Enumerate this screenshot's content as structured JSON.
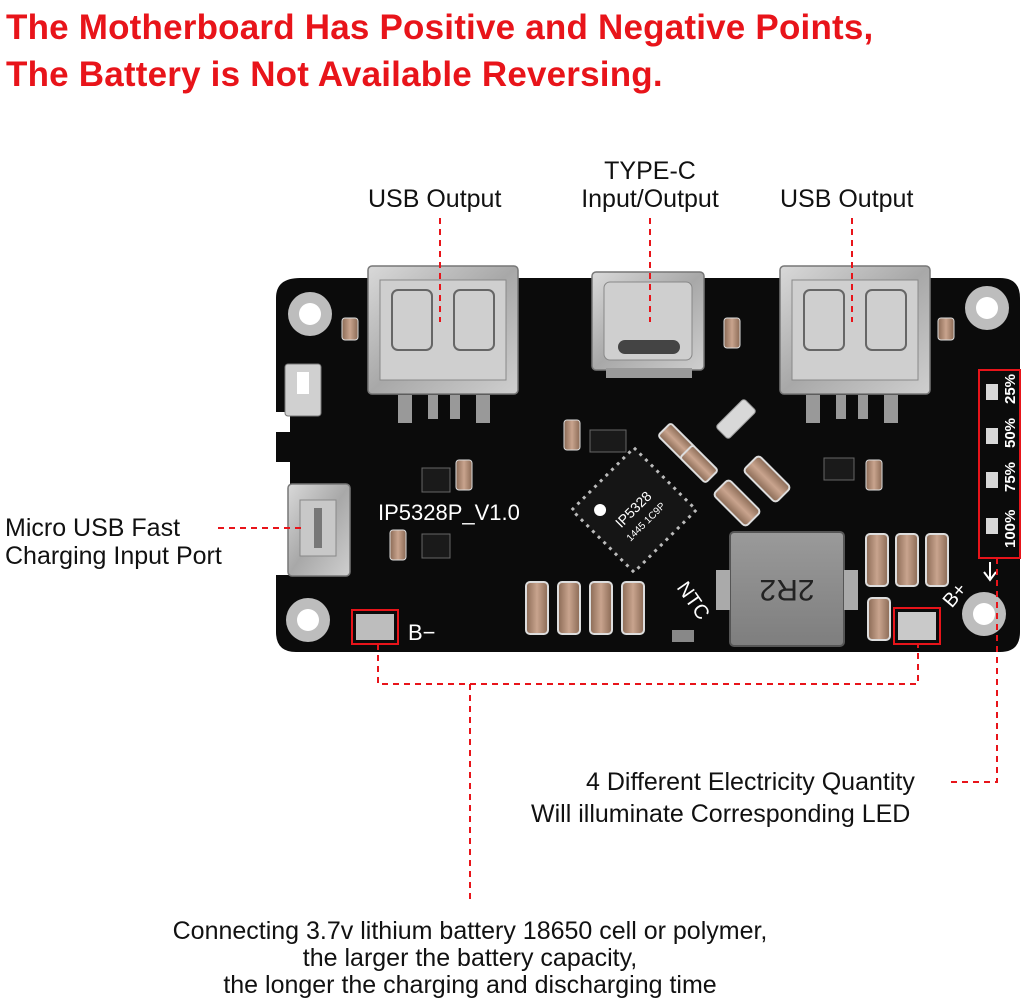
{
  "headline": {
    "line1": "The Motherboard Has Positive and Negative Points,",
    "line2": "The Battery is Not Available Reversing."
  },
  "callouts": {
    "usb_output_left": "USB Output",
    "type_c_line1": "TYPE-C",
    "type_c_line2": "Input/Output",
    "usb_output_right": "USB Output",
    "micro_usb_line1": "Micro USB Fast",
    "micro_usb_line2": "Charging Input Port",
    "led_line1": "4 Different Electricity Quantity",
    "led_line2": "Will illuminate Corresponding LED",
    "battery_line1": "Connecting 3.7v lithium battery 18650 cell or polymer,",
    "battery_line2": "the larger the battery capacity,",
    "battery_line3": "the longer the charging and discharging time"
  },
  "board": {
    "model": "IP5328P_V1.0",
    "chip_line1": "IP5328",
    "chip_line2": "1445 1C9P",
    "inductor": "2R2",
    "ntc": "NTC",
    "b_minus": "B−",
    "b_plus": "B+",
    "led_levels": [
      "25%",
      "50%",
      "75%",
      "100%"
    ]
  },
  "colors": {
    "accent_red": "#e8141a",
    "pcb": "#0b0b0b",
    "metal": "#b9b9b9"
  }
}
